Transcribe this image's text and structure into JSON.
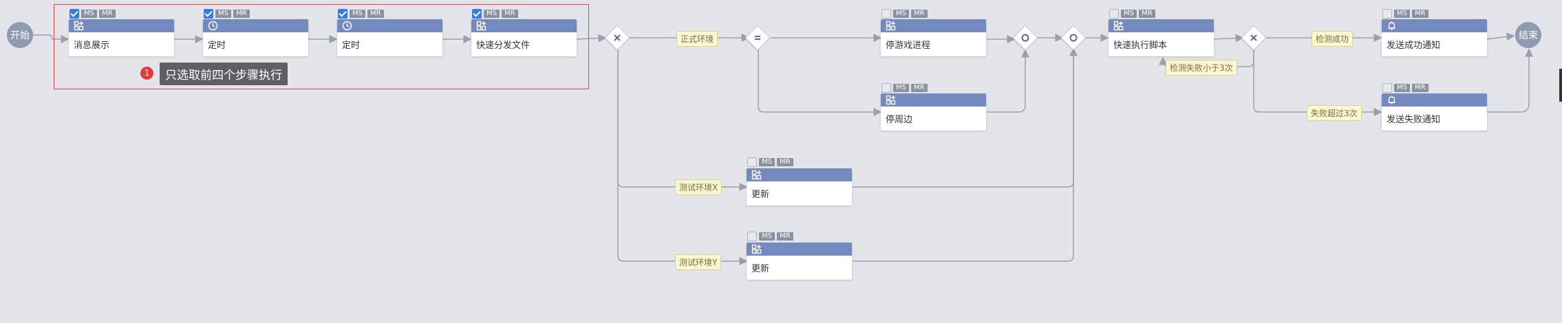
{
  "start_label": "开始",
  "end_label": "结束",
  "annotation": {
    "number": "1",
    "text": "只选取前四个步骤执行"
  },
  "badge_labels": {
    "ms": "MS",
    "mr": "MR"
  },
  "tasks": [
    {
      "id": "t1",
      "label": "消息展示",
      "icon": "module-icon",
      "checked": true
    },
    {
      "id": "t2",
      "label": "定时",
      "icon": "clock-icon",
      "checked": true
    },
    {
      "id": "t3",
      "label": "定时",
      "icon": "clock-icon",
      "checked": true
    },
    {
      "id": "t4",
      "label": "快速分发文件",
      "icon": "module-icon",
      "checked": true
    },
    {
      "id": "t5",
      "label": "停游戏进程",
      "icon": "module-icon",
      "checked": false
    },
    {
      "id": "t6",
      "label": "停周边",
      "icon": "module-icon",
      "checked": false
    },
    {
      "id": "t7",
      "label": "更新",
      "icon": "module-icon",
      "checked": false
    },
    {
      "id": "t8",
      "label": "更新",
      "icon": "module-icon",
      "checked": false
    },
    {
      "id": "t9",
      "label": "快速执行脚本",
      "icon": "module-icon",
      "checked": false
    },
    {
      "id": "t10",
      "label": "发送成功通知",
      "icon": "bell-icon",
      "checked": false
    },
    {
      "id": "t11",
      "label": "发送失败通知",
      "icon": "bell-icon",
      "checked": false
    }
  ],
  "edge_labels": {
    "prod_env": "正式环境",
    "test_env_x": "测试环境X",
    "test_env_y": "测试环境Y",
    "check_fail_lt3": "检测失败小于3次",
    "check_success": "检测成功",
    "fail_gt3": "失败超过3次"
  },
  "colors": {
    "canvas": "#e3e5ea",
    "task_header": "#7489bd",
    "selection": "#e04848",
    "checkbox_on": "#3a7be0",
    "edge_label_bg": "#fbf6d4"
  }
}
